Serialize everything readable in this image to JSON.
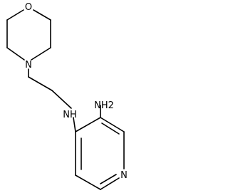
{
  "molecule": {
    "atoms": {
      "morpholine_oxygen": "O",
      "morpholine_nitrogen": "N",
      "amine_nh": "NH",
      "amino_group": "NH2",
      "pyridine_nitrogen": "N"
    }
  }
}
